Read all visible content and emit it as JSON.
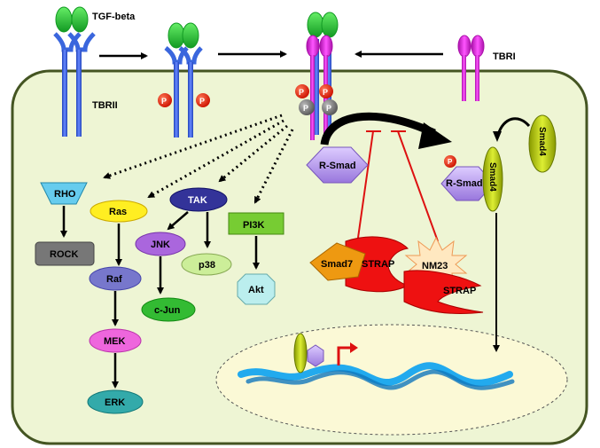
{
  "labels": {
    "tgf_beta": "TGF-beta",
    "tbrii": "TBRII",
    "tbri": "TBRI",
    "phospho": "P",
    "r_smad": "R-Smad",
    "r_smad_complex": "R-Smad",
    "smad4_complex": "Smad4",
    "smad4_free": "Smad4",
    "rho": "RHO",
    "rock": "ROCK",
    "ras": "Ras",
    "raf": "Raf",
    "mek": "MEK",
    "erk": "ERK",
    "tak": "TAK",
    "jnk": "JNK",
    "p38": "p38",
    "cjun": "c-Jun",
    "pi3k": "PI3K",
    "akt": "Akt",
    "smad7": "Smad7",
    "strap_1": "STRAP",
    "nm23": "NM23",
    "strap_2": "STRAP"
  },
  "colors": {
    "tgf_ligand": "#22cc33",
    "tbrii_receptor": "#3a66dd",
    "tbri_receptor": "#dd22dd",
    "phospho_red": "#dd2211",
    "phospho_grey": "#777777",
    "cell_fill": "#eef5d4",
    "cell_border": "#445522",
    "nucleus_fill": "#fbf9d6",
    "rho": "#66ccee",
    "rock": "#777777",
    "ras": "#ffee22",
    "raf": "#7777cc",
    "mek": "#ee66dd",
    "erk": "#33aaaa",
    "tak": "#333399",
    "jnk": "#aa66dd",
    "p38": "#ccee99",
    "cjun": "#33bb33",
    "pi3k": "#77cc33",
    "akt": "#bbeeee",
    "r_smad": "#bb99ee",
    "smad4": "#aacc11",
    "strap": "#ee1111",
    "smad7": "#ee9911",
    "inhibit_line": "#dd1111",
    "dna": "#22aaee"
  }
}
